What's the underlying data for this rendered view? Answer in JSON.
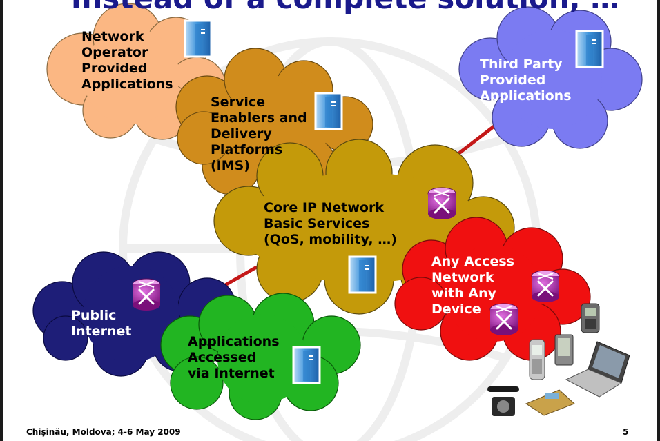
{
  "slide": {
    "title": "Instead of a complete solution, …",
    "footer": "Chişinău, Moldova; 4-6 May 2009",
    "page_number": "5"
  },
  "clouds": {
    "network_operator": {
      "lines": [
        "Network",
        "Operator",
        "Provided",
        "Applications"
      ],
      "color": "#fbb783"
    },
    "service_enablers": {
      "lines": [
        "Service",
        "Enablers and",
        "Delivery",
        "Platforms",
        "(IMS)"
      ],
      "color": "#d08c1c"
    },
    "third_party": {
      "lines": [
        "Third Party",
        "Provided",
        "Applications"
      ],
      "color": "#7b7bf2"
    },
    "core_ip": {
      "lines": [
        "Core IP Network",
        "Basic Services",
        "(QoS, mobility, …)"
      ],
      "color": "#c49a0a"
    },
    "any_access": {
      "lines": [
        "Any Access",
        "Network",
        "with Any",
        "Device"
      ],
      "color": "#f01010"
    },
    "public_internet": {
      "lines": [
        "Public",
        "Internet"
      ],
      "color": "#1e1e78"
    },
    "applications_internet": {
      "lines": [
        "Applications",
        "Accessed",
        "via Internet"
      ],
      "color": "#22b522"
    }
  },
  "icons": {
    "server": "server-icon",
    "router": "router-icon",
    "devices": [
      "pda-icon",
      "cell-phone-icon",
      "palm-pda-icon",
      "laptop-icon",
      "vintage-phone-icon",
      "desk-phone-icon"
    ]
  },
  "colors": {
    "title": "#1a1a8c",
    "link": "#c41818",
    "server": "#3a8fd6",
    "router": "#8a1a8a"
  }
}
